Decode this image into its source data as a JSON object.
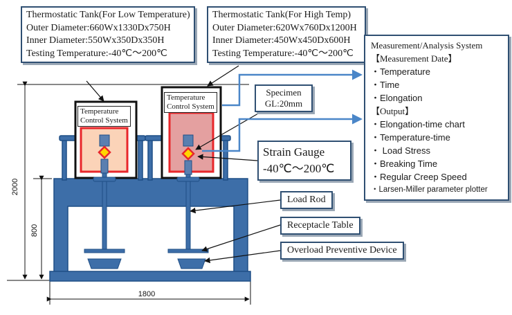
{
  "low_tank": {
    "title": "Thermostatic Tank(For Low Temperature)",
    "outer": "Outer Diameter:660Wx1330Dx750H",
    "inner": "Inner Diameter:550Wx350Dx350H",
    "temp": "Testing Temperature:-40℃～200℃"
  },
  "high_tank": {
    "title": "Thermostatic Tank(For High Temp)",
    "outer": "Outer Diameter:620Wx760Dx1200H",
    "inner": "Inner Diameter:450Wx450Dx600H",
    "temp": "Testing Temperature:-40℃～200℃"
  },
  "temp_control_left": [
    "Temperature",
    "Control System"
  ],
  "temp_control_right": [
    "Temperature",
    "Control System"
  ],
  "specimen": [
    "Specimen",
    "GL:20mm"
  ],
  "strain_gauge": [
    "Strain Gauge",
    "-40℃～200℃"
  ],
  "load_rod": "Load Rod",
  "receptacle_table": "Receptacle Table",
  "overload_device": "Overload Preventive Device",
  "analysis": {
    "title": "Measurement/Analysis System",
    "measurement_header": "【Measurement Date】",
    "measurement_items": [
      "・Temperature",
      "・Time",
      "・Elongation"
    ],
    "output_header": "【Output】",
    "output_items": [
      "・Elongation-time chart",
      "・Temperature-time",
      "・ Load Stress",
      "・Breaking Time",
      "・Regular Creep Speed",
      "・Larsen-Miller parameter plotter"
    ]
  },
  "dimensions": {
    "height_total": "2000",
    "height_base": "800",
    "width": "1800"
  },
  "colors": {
    "frame_blue": "#3d6ea8",
    "frame_dark": "#1f4f86",
    "heater_red": "#e8262a",
    "high_chamber": "#e4a0a0",
    "low_chamber": "#fbd3b8",
    "arrow_blue": "#4a86c8"
  }
}
